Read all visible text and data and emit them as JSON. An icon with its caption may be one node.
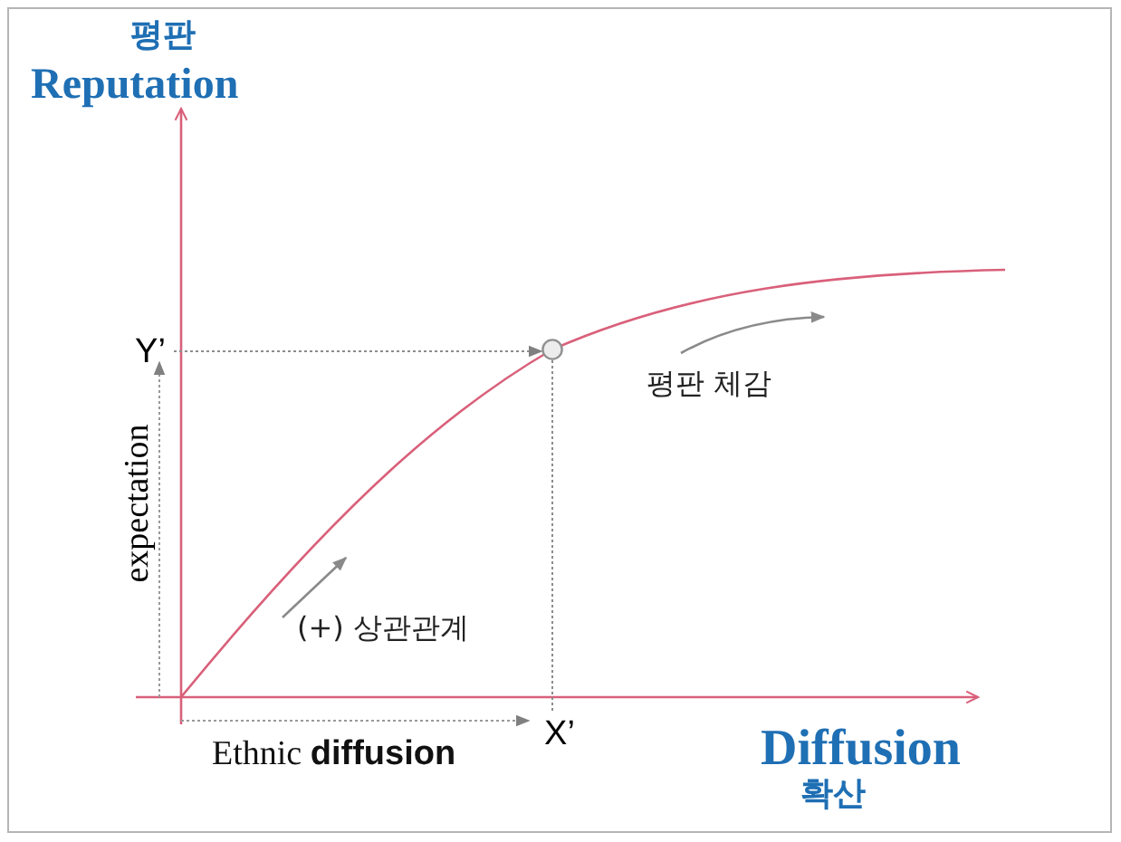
{
  "diagram": {
    "nodes": [
      {
        "text": [],
        "shape": "circle"
      },
      {
        "text": [
          "Y’"
        ]
      },
      {
        "text": [
          "X’"
        ]
      }
    ],
    "edges": [
      {
        "from": 1,
        "to": 0,
        "arrow": "to",
        "style": "dashed"
      },
      {
        "from": 0,
        "to": 2,
        "arrow": "none",
        "style": "dashed"
      }
    ],
    "labels": [
      "평판",
      "Reputation",
      "평판 체감",
      "expectation",
      "(+) 상관관계",
      "Ethnic **diffusion**",
      "Diffusion",
      "확산"
    ]
  }
}
